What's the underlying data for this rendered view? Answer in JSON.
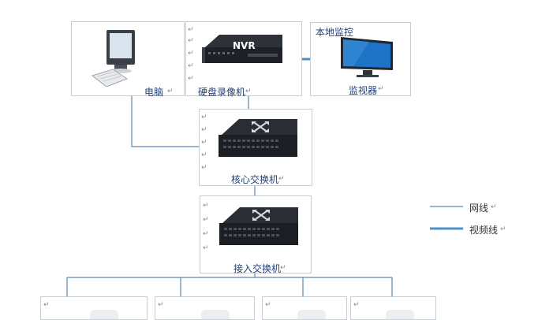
{
  "nodes": {
    "pc": {
      "label": "电脑"
    },
    "nvr": {
      "label": "硬盘录像机",
      "device_text": "NVR"
    },
    "monitor": {
      "title": "本地监控",
      "label": "监视器"
    },
    "core_switch": {
      "label": "核心交换机"
    },
    "access_switch": {
      "label": "接入交换机"
    }
  },
  "legend": {
    "network": "网线",
    "video": "视频线",
    "colors": {
      "network": "#5b87b5",
      "video": "#4a8fc7"
    }
  },
  "paragraph_mark": "↵"
}
